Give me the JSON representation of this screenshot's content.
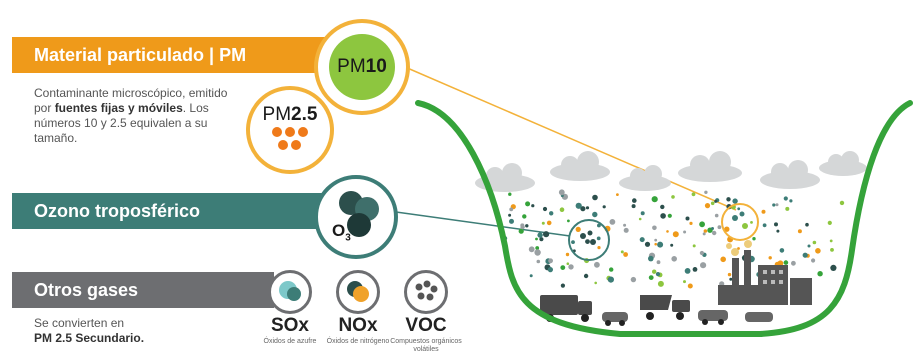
{
  "pm": {
    "banner": "Material particulado | PM",
    "desc_1": "Contaminante microscópico, emitido por ",
    "desc_bold": "fuentes fijas y móviles",
    "desc_2": ". Los números 10 y 2.5 equivalen a su tamaño.",
    "pm10_prefix": "PM",
    "pm10_num": "10",
    "pm25_prefix": "PM",
    "pm25_num": "2.5"
  },
  "ozono": {
    "banner": "Ozono troposférico",
    "formula": "O",
    "subscript": "3"
  },
  "otros": {
    "banner": "Otros gases",
    "desc_1": "Se convierten en",
    "desc_bold": "PM 2.5 Secundario.",
    "gases": [
      {
        "label": "SOx",
        "sub": "Óxidos de azufre"
      },
      {
        "label": "NOx",
        "sub": "Óxidos de nitrógeno"
      },
      {
        "label": "VOC",
        "sub": "Compuestos orgánicos volátiles"
      }
    ]
  },
  "colors": {
    "orange": "#ef9a1a",
    "teal": "#3d7d77",
    "gray": "#6d6e71",
    "green": "#35a33a",
    "lime": "#8dc63f"
  }
}
